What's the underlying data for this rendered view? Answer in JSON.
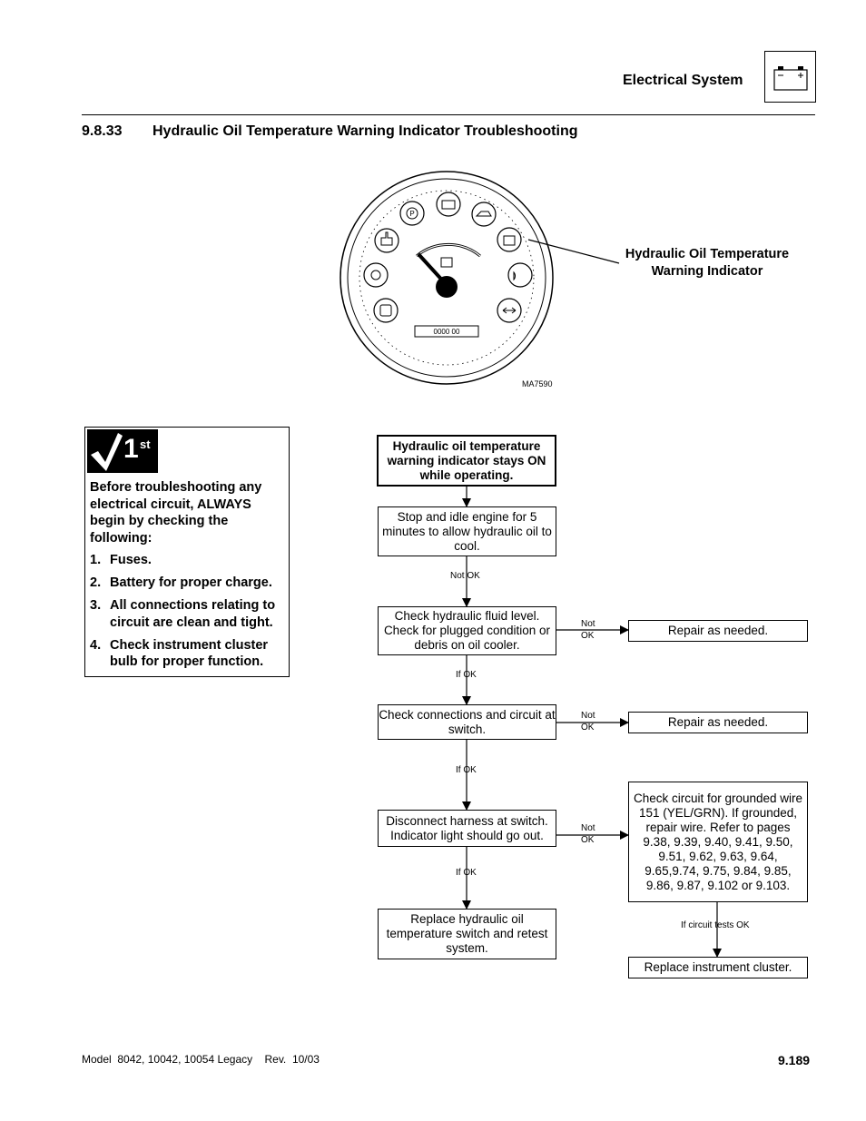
{
  "header": {
    "title": "Electrical System",
    "icon": "battery-icon"
  },
  "section": {
    "number": "9.8.33",
    "title": "Hydraulic Oil Temperature Warning Indicator Troubleshooting"
  },
  "figure": {
    "callout": "Hydraulic Oil Temperature Warning Indicator",
    "figure_id": "MA7590",
    "odometer": "0000 00"
  },
  "checklist": {
    "badge_text": "1",
    "badge_sup": "st",
    "intro": "Before troubleshooting any electrical circuit, ALWAYS begin by checking the following:",
    "items": [
      {
        "num": "1.",
        "text": "Fuses."
      },
      {
        "num": "2.",
        "text": "Battery for proper charge."
      },
      {
        "num": "3.",
        "text": "All connections relating to circuit are clean and tight."
      },
      {
        "num": "4.",
        "text": "Check instrument cluster bulb for proper function."
      }
    ]
  },
  "flow": {
    "start": "Hydraulic oil temperature warning indicator stays ON while operating.",
    "step1": "Stop and idle engine for 5 minutes to allow hydraulic oil to cool.",
    "step2": "Check hydraulic fluid level. Check for plugged condition or debris on oil cooler.",
    "step3": "Check connections and circuit at switch.",
    "step4": "Disconnect harness at switch. Indicator light should go out.",
    "step5": "Replace hydraulic oil temperature switch and retest system.",
    "repair1": "Repair as needed.",
    "repair2": "Repair as needed.",
    "grounded": "Check circuit for grounded wire 151 (YEL/GRN). If grounded, repair wire. Refer to pages 9.38, 9.39, 9.40, 9.41, 9.50, 9.51, 9.62, 9.63, 9.64, 9.65,9.74, 9.75, 9.84, 9.85, 9.86, 9.87, 9.102 or 9.103.",
    "replace_cluster": "Replace instrument cluster.",
    "labels": {
      "not_ok_1": "Not OK",
      "if_ok_1": "If OK",
      "if_ok_2": "If OK",
      "if_ok_3": "If OK",
      "not_ok_side_1a": "Not",
      "not_ok_side_1b": "OK",
      "not_ok_side_2a": "Not",
      "not_ok_side_2b": "OK",
      "not_ok_side_3a": "Not",
      "not_ok_side_3b": "OK",
      "circuit_tests_ok": "If circuit tests OK"
    }
  },
  "footer": {
    "model": "Model  8042, 10042, 10054 Legacy    Rev.  10/03",
    "page": "9.189"
  }
}
